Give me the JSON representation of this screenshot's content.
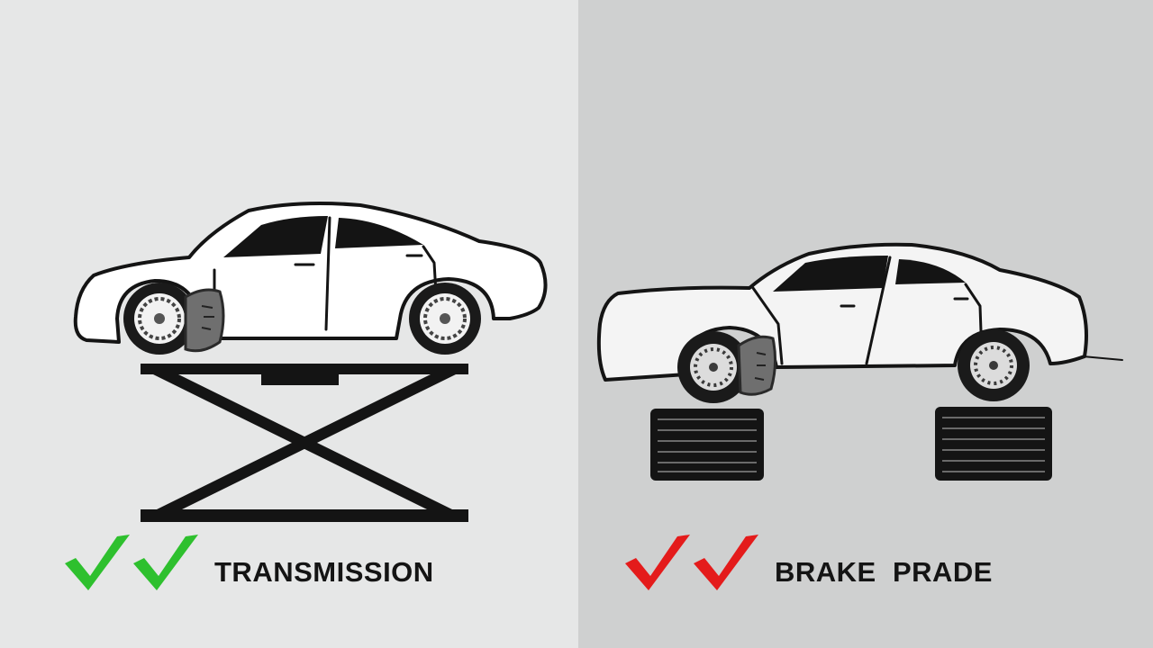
{
  "left_panel": {
    "caption": "TRANSMISSION",
    "background": "#e6e7e7",
    "check_color": "#2ec02e",
    "check_count": 2
  },
  "right_panel": {
    "caption": "BRAKE  PRADE",
    "background": "#cfd0d0",
    "check_color": "#e41b1b",
    "check_count": 2
  },
  "icons": [
    "sedan-car-icon",
    "scissor-lift-icon",
    "tire-stack-icon",
    "checkmark-icon",
    "brake-caliper-icon"
  ]
}
